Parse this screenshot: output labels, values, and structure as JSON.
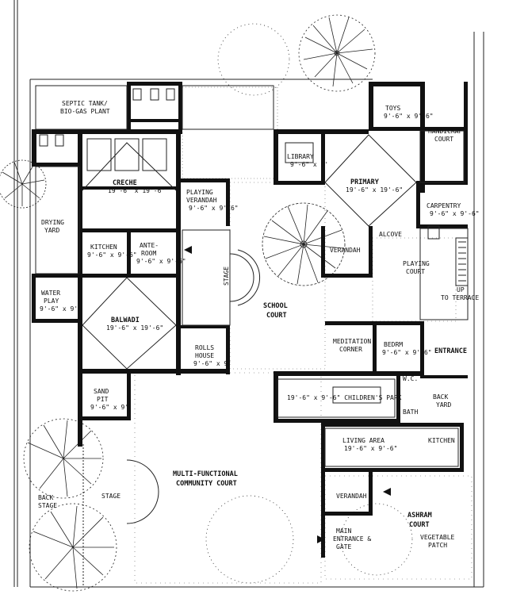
{
  "rooms": {
    "septic_tank": [
      "SEPTIC TANK/",
      "BIO-GAS PLANT"
    ],
    "toys": "TOYS",
    "toys_dim": "9'-6\" x 9'-6\"",
    "handicraft_court": [
      "HANDICRAFT",
      "COURT"
    ],
    "creche": "CRECHE",
    "creche_dim": "19'-6\" x 19'-6\"",
    "library": "LIBRARY",
    "library_dim": "9'-6\" x 9'",
    "primary": "PRIMARY",
    "primary_dim": "19'-6\" x 19'-6\"",
    "playing_verandah": [
      "PLAYING",
      "VERANDAH"
    ],
    "playing_verandah_dim": "9'-6\" x 9'-6\"",
    "carpentry": "CARPENTRY",
    "carpentry_dim": "9'-6\" x 9'-6\"",
    "drying_yard": [
      "DRYING",
      "YARD"
    ],
    "kitchen_left": "KITCHEN",
    "kitchen_left_dim": "9'-6\" x 9'-6\"",
    "ante_room": [
      "ANTE-",
      "ROOM"
    ],
    "ante_room_dim": "9'-6\" x 9'-6\"",
    "verandah_mid": "VERANDAH",
    "alcove": "ALCOVE",
    "playing_court": [
      "PLAYING",
      "COURT"
    ],
    "stair_note": [
      "UP",
      "TO TERRACE"
    ],
    "water_play": [
      "WATER",
      "PLAY"
    ],
    "water_play_dim": "9'-6\" x 9'",
    "school_court": [
      "SCHOOL",
      "COURT"
    ],
    "stage_small": "STAGE",
    "balwadi": "BALWADI",
    "balwadi_dim": "19'-6\" x 19'-6\"",
    "meditation_corner": [
      "MEDITATION",
      "CORNER"
    ],
    "bedroom": "BEDRM",
    "bedroom_dim": "9'-6\" x 9'-6\"",
    "entrance": "ENTRANCE",
    "rolls_house": [
      "ROLLS",
      "HOUSE"
    ],
    "rolls_house_dim": "9'-6\" x 9'",
    "w_c": "W.C.",
    "back_yard": [
      "BACK",
      "YARD"
    ],
    "sand_pit": [
      "SAND",
      "PIT"
    ],
    "sand_pit_dim": "9'-6\" x 9'",
    "childrens_park": "19'-6\" x 9'-6\" CHILDREN'S PARK",
    "bath": "BATH",
    "living_area": "LIVING AREA",
    "living_area_dim": "19'-6\" x 9'-6\"",
    "kitchen_right": "KITCHEN",
    "community_court": [
      "MULTI-FUNCTIONAL",
      "COMMUNITY COURT"
    ],
    "back_stage": [
      "BACK",
      "STAGE"
    ],
    "stage": "STAGE",
    "verandah_lower": "VERANDAH",
    "ashram_court": [
      "ASHRAM",
      "COURT"
    ],
    "main_entrance": [
      "MAIN",
      "ENTRANCE &",
      "GATE"
    ],
    "vegetable_patch": [
      "VEGETABLE",
      "PATCH"
    ]
  },
  "colors": {
    "wall": "#111111",
    "paper": "#ffffff",
    "ink": "#222222"
  }
}
